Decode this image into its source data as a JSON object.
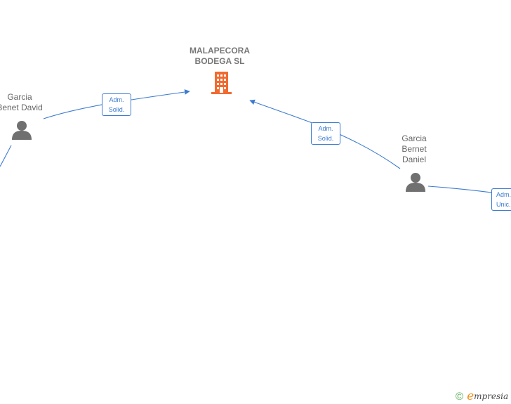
{
  "company": {
    "line1": "MALAPECORA",
    "line2": "BODEGA  SL",
    "color": "#f26a30"
  },
  "people": [
    {
      "lines": [
        "Garcia",
        "Benet David"
      ]
    },
    {
      "lines": [
        "Garcia",
        "Bernet",
        "Daniel"
      ]
    }
  ],
  "edges": [
    {
      "line1": "Adm.",
      "line2": "Solid."
    },
    {
      "line1": "Adm.",
      "line2": "Solid."
    },
    {
      "line1": "Adm.",
      "line2": "Unic."
    }
  ],
  "brand": {
    "copyright": "©",
    "first_letter": "e",
    "rest": "mpresia"
  },
  "colors": {
    "edge": "#3b7bd0",
    "person": "#707070",
    "company": "#f26a30"
  }
}
